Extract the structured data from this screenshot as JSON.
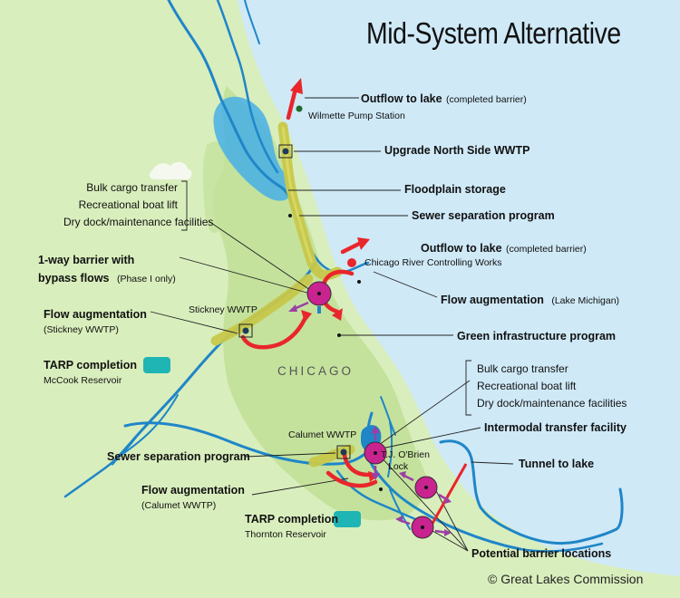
{
  "title": "Mid-System Alternative",
  "city_label": "CHICAGO",
  "labels": {
    "outflow_top_main": "Outflow to lake",
    "outflow_top_note": "(completed barrier)",
    "wilmette": "Wilmette Pump Station",
    "upgrade_north": "Upgrade North Side WWTP",
    "floodplain": "Floodplain storage",
    "sewer_sep_top": "Sewer separation program",
    "outflow_mid_main": "Outflow to lake",
    "outflow_mid_note": "(completed barrier)",
    "crcw": "Chicago River Controlling Works",
    "barrier_main_1": "1-way barrier with",
    "barrier_main_2": "bypass flows",
    "barrier_note": "(Phase I only)",
    "flow_aug_lake_main": "Flow augmentation",
    "flow_aug_lake_note": "(Lake Michigan)",
    "stickney_wwtp": "Stickney WWTP",
    "flow_aug_stickney_main": "Flow augmentation",
    "flow_aug_stickney_note": "(Stickney WWTP)",
    "green_infra": "Green infrastructure program",
    "tarp_mccook_main": "TARP completion",
    "tarp_mccook_note": "McCook Reservoir",
    "calumet_wwtp": "Calumet WWTP",
    "intermodal": "Intermodal transfer facility",
    "tj_obrien_1": "T.J. O'Brien",
    "tj_obrien_2": "Lock",
    "sewer_sep_bottom": "Sewer separation program",
    "tunnel": "Tunnel to lake",
    "flow_aug_calumet_main": "Flow augmentation",
    "flow_aug_calumet_note": "(Calumet WWTP)",
    "tarp_thornton_main": "TARP completion",
    "tarp_thornton_note": "Thornton Reservoir",
    "potential_barriers": "Potential barrier locations"
  },
  "facility_list_left": [
    "Bulk cargo transfer",
    "Recreational boat lift",
    "Dry dock/maintenance facilities"
  ],
  "facility_list_right": [
    "Bulk cargo transfer",
    "Recreational boat lift",
    "Dry dock/maintenance facilities"
  ],
  "credit": "© Great Lakes Commission",
  "colors": {
    "lake": "#cfe9f7",
    "land": "#d9eebd",
    "urban": "#c4e29c",
    "river": "#1f86c8",
    "floodplain": "#4fb3e3",
    "corridor": "#c8c84a",
    "arrow": "#e8262b",
    "barrier": "#c8238f",
    "barrier_arrow": "#9b3fa6",
    "tarp": "#1fb5b5",
    "leader": "#222222"
  },
  "icons": [
    "wwtp-box-icon",
    "barrier-circle-icon",
    "outflow-arrow-icon",
    "pump-station-dot-icon",
    "tarp-reservoir-icon"
  ]
}
